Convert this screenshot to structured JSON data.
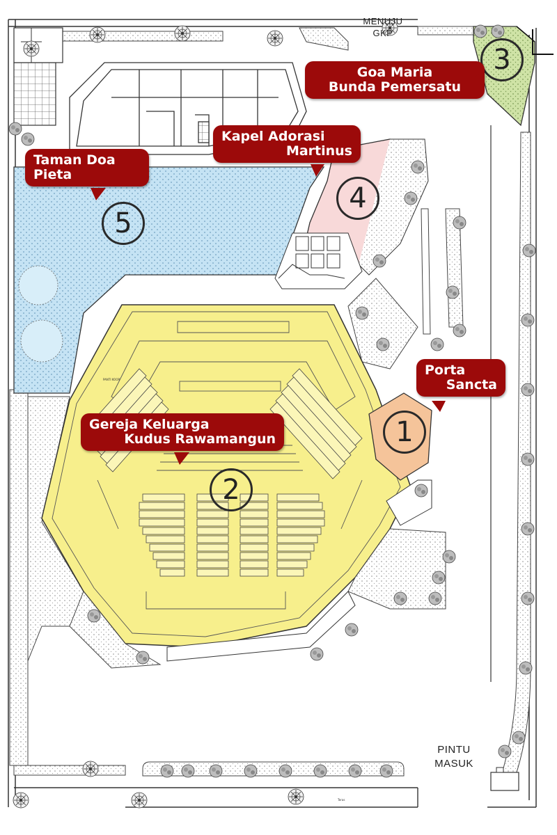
{
  "map": {
    "labels": {
      "menuju_line1": "MENUJU",
      "menuju_line2": "GKP",
      "pintu_line1": "PINTU",
      "pintu_line2": "MASUK",
      "panti_koor": "PANTI KOOR",
      "teras": "Teras"
    },
    "locations": [
      {
        "number": "1",
        "name_line1": "Porta",
        "name_line2": "Sancta",
        "color": "#f5c49a"
      },
      {
        "number": "2",
        "name_line1": "Gereja Keluarga",
        "name_line2": "Kudus Rawamangun",
        "color": "#f7ef8c"
      },
      {
        "number": "3",
        "name_line1": "Goa Maria",
        "name_line2": "Bunda Pemersatu",
        "color": "#c9dea0"
      },
      {
        "number": "4",
        "name_line1": "Kapel Adorasi",
        "name_line2": "Martinus",
        "color": "#f8d9d9"
      },
      {
        "number": "5",
        "name_line1": "Taman Doa",
        "name_line2": "Pieta",
        "color": "#bfe0f0"
      }
    ],
    "colors": {
      "callout": "#9c0a0a",
      "linework": "#333333",
      "paving_dots": "#999999"
    },
    "icons": [
      "tree-icon"
    ]
  }
}
